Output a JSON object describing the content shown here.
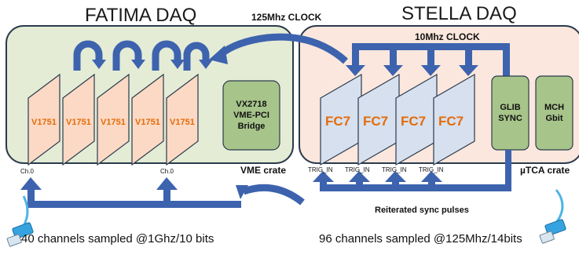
{
  "fatima": {
    "title": "FATIMA DAQ",
    "crate_label": "VME crate",
    "card_label": "V1751",
    "bridge_lines": [
      "VX2718",
      "VME-PCI",
      "Bridge"
    ],
    "ch_labels": [
      "Ch.0",
      "Ch.0"
    ],
    "caption": "40 channels sampled @1Ghz/10 bits"
  },
  "stella": {
    "title": "STELLA DAQ",
    "crate_label": "µTCA crate",
    "card_label": "FC7",
    "glib_lines": [
      "GLIB",
      "SYNC"
    ],
    "mch_lines": [
      "MCH",
      "Gbit"
    ],
    "trig_label": "TRIG_IN",
    "caption": "96 channels sampled @125Mhz/14bits"
  },
  "clock_125": "125Mhz CLOCK",
  "clock_10": "10Mhz CLOCK",
  "sync_label": "Reiterated sync pulses",
  "colors": {
    "vme_bg": "#e4ecd6",
    "utca_bg": "#fbe7dd",
    "v1751_fill": "#fbd9c4",
    "fc7_fill": "#d6e0ef",
    "module_fill": "#a7c48a",
    "arrow": "#3d63ae",
    "arrow_dark": "#2e4f8f",
    "orange_text": "#e46c0a"
  }
}
